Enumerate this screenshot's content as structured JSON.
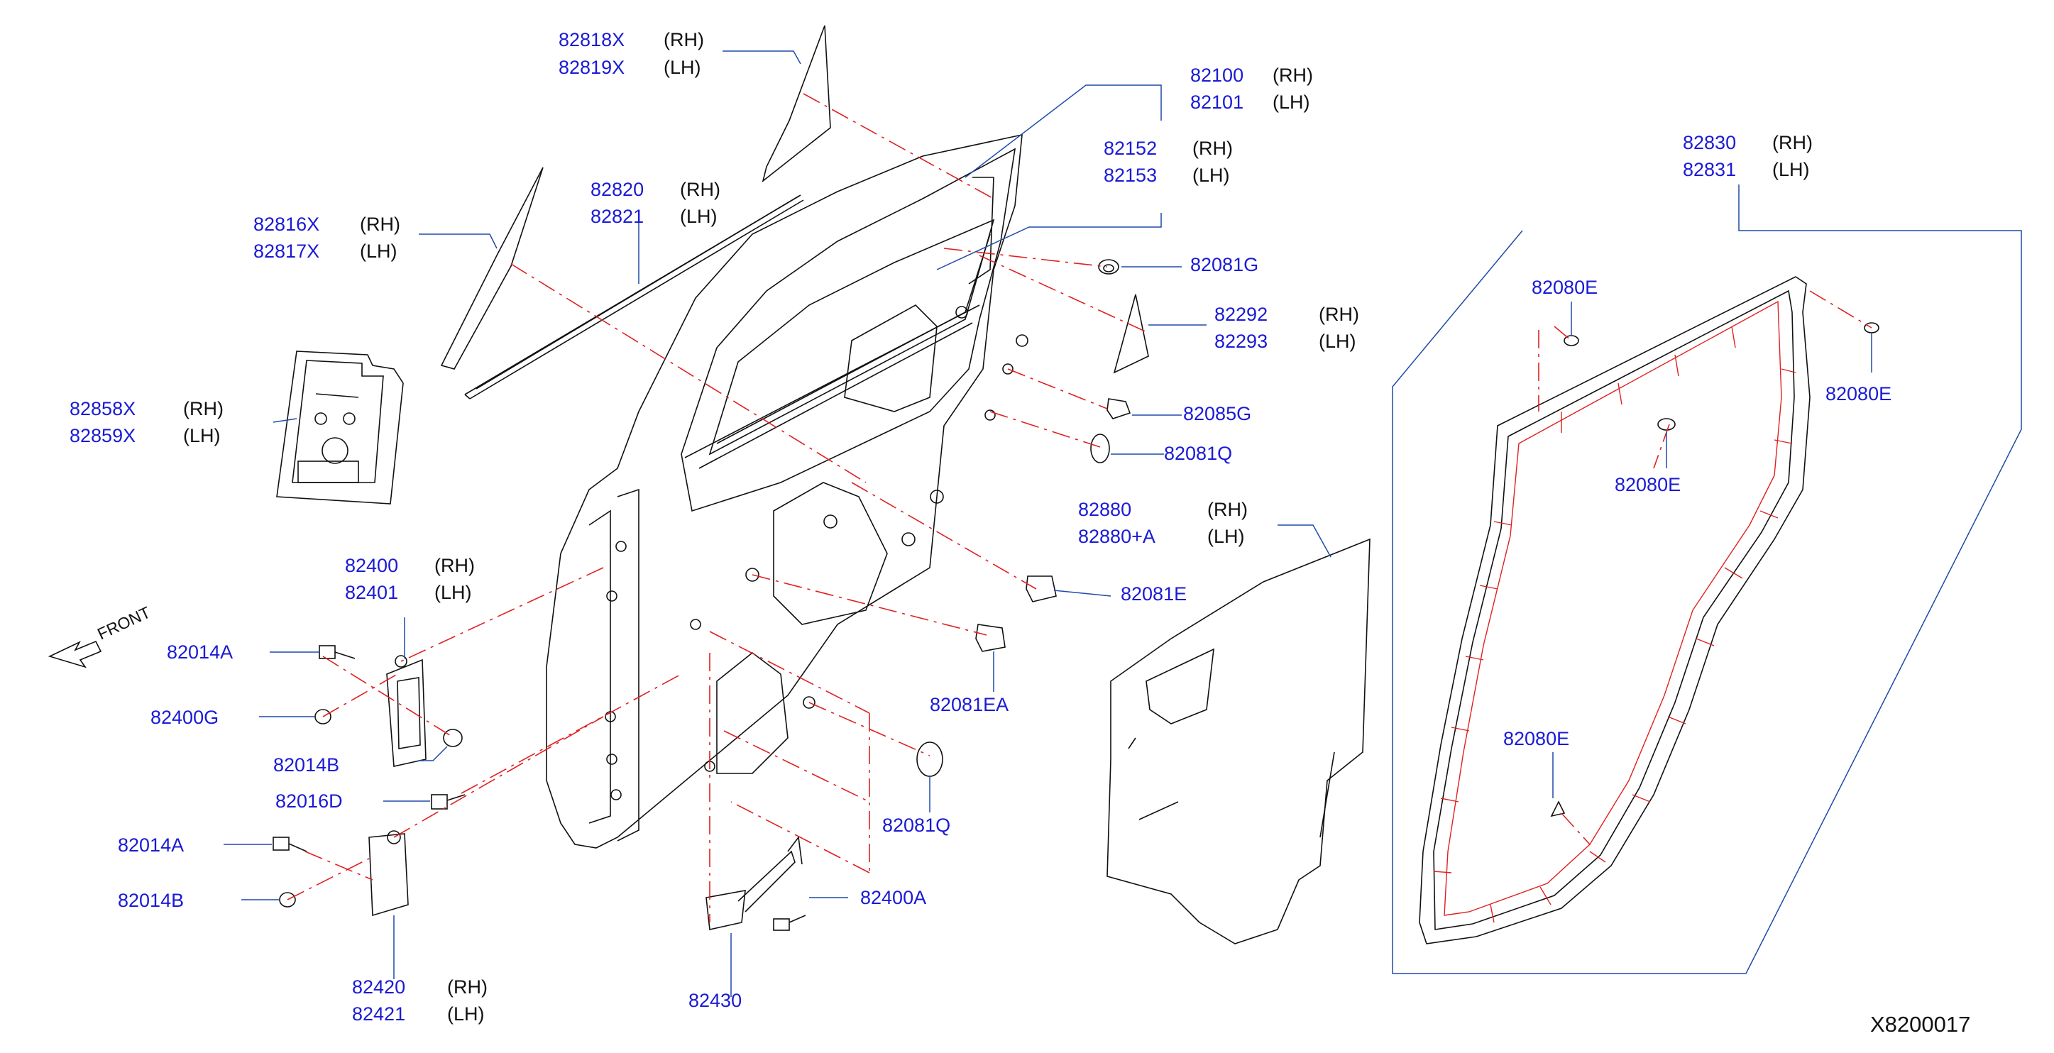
{
  "diagram_code": "X8200017",
  "front_label": "FRONT",
  "colors": {
    "part_number": "#1a1ad6",
    "leader": "#1e4aa8",
    "center_line": "#e02020",
    "outline": "#111111"
  },
  "callouts": [
    {
      "id": "sash-cover-rear",
      "parts": [
        {
          "num": "82818X",
          "side": "(RH)"
        },
        {
          "num": "82819X",
          "side": "(LH)"
        }
      ]
    },
    {
      "id": "sash-cover-front",
      "parts": [
        {
          "num": "82816X",
          "side": "(RH)"
        },
        {
          "num": "82817X",
          "side": "(LH)"
        }
      ]
    },
    {
      "id": "weatherstrip-outer",
      "parts": [
        {
          "num": "82820",
          "side": "(RH)"
        },
        {
          "num": "82821",
          "side": "(LH)"
        }
      ]
    },
    {
      "id": "door-panel",
      "parts": [
        {
          "num": "82100",
          "side": "(RH)"
        },
        {
          "num": "82101",
          "side": "(LH)"
        }
      ]
    },
    {
      "id": "door-inner",
      "parts": [
        {
          "num": "82152",
          "side": "(RH)"
        },
        {
          "num": "82153",
          "side": "(LH)"
        }
      ]
    },
    {
      "id": "grommet-g",
      "parts": [
        {
          "num": "82081G",
          "side": ""
        }
      ]
    },
    {
      "id": "corner-piece",
      "parts": [
        {
          "num": "82292",
          "side": "(RH)"
        },
        {
          "num": "82293",
          "side": "(LH)"
        }
      ]
    },
    {
      "id": "bumper-rubber",
      "parts": [
        {
          "num": "82085G",
          "side": ""
        }
      ]
    },
    {
      "id": "plug-upper",
      "parts": [
        {
          "num": "82081Q",
          "side": ""
        }
      ]
    },
    {
      "id": "sealing-screen",
      "parts": [
        {
          "num": "82880",
          "side": "(RH)"
        },
        {
          "num": "82880+A",
          "side": "(LH)"
        }
      ]
    },
    {
      "id": "grommet-e",
      "parts": [
        {
          "num": "82081E",
          "side": ""
        }
      ]
    },
    {
      "id": "grommet-ea",
      "parts": [
        {
          "num": "82081EA",
          "side": ""
        }
      ]
    },
    {
      "id": "plug-lower",
      "parts": [
        {
          "num": "82081Q",
          "side": ""
        }
      ]
    },
    {
      "id": "shield",
      "parts": [
        {
          "num": "82858X",
          "side": "(RH)"
        },
        {
          "num": "82859X",
          "side": "(LH)"
        }
      ]
    },
    {
      "id": "hinge-upper",
      "parts": [
        {
          "num": "82400",
          "side": "(RH)"
        },
        {
          "num": "82401",
          "side": "(LH)"
        }
      ]
    },
    {
      "id": "bolt-upper-a",
      "parts": [
        {
          "num": "82014A",
          "side": ""
        }
      ]
    },
    {
      "id": "nut-upper",
      "parts": [
        {
          "num": "82400G",
          "side": ""
        }
      ]
    },
    {
      "id": "bolt-upper-b",
      "parts": [
        {
          "num": "82014B",
          "side": ""
        }
      ]
    },
    {
      "id": "bolt-d",
      "parts": [
        {
          "num": "82016D",
          "side": ""
        }
      ]
    },
    {
      "id": "bolt-lower-a",
      "parts": [
        {
          "num": "82014A",
          "side": ""
        }
      ]
    },
    {
      "id": "bolt-lower-b",
      "parts": [
        {
          "num": "82014B",
          "side": ""
        }
      ]
    },
    {
      "id": "hinge-lower",
      "parts": [
        {
          "num": "82420",
          "side": "(RH)"
        },
        {
          "num": "82421",
          "side": "(LH)"
        }
      ]
    },
    {
      "id": "check-bolt",
      "parts": [
        {
          "num": "82400A",
          "side": ""
        }
      ]
    },
    {
      "id": "door-check",
      "parts": [
        {
          "num": "82430",
          "side": ""
        }
      ]
    },
    {
      "id": "weatherstrip-door",
      "parts": [
        {
          "num": "82830",
          "side": "(RH)"
        },
        {
          "num": "82831",
          "side": "(LH)"
        }
      ]
    },
    {
      "id": "clip-a",
      "parts": [
        {
          "num": "82080E",
          "side": ""
        }
      ]
    },
    {
      "id": "clip-b",
      "parts": [
        {
          "num": "82080E",
          "side": ""
        }
      ]
    },
    {
      "id": "clip-c",
      "parts": [
        {
          "num": "82080E",
          "side": ""
        }
      ]
    },
    {
      "id": "clip-d",
      "parts": [
        {
          "num": "82080E",
          "side": ""
        }
      ]
    }
  ]
}
